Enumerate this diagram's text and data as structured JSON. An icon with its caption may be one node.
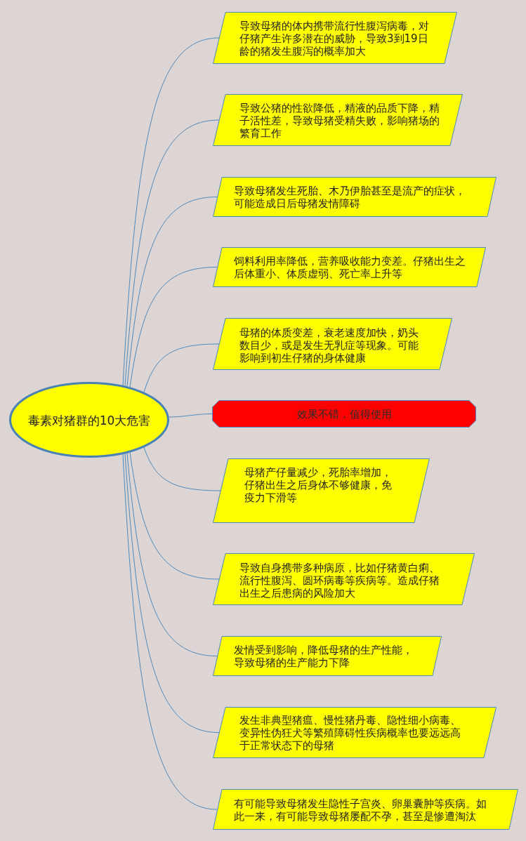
{
  "diagram": {
    "nodes": [
      {
        "text": [
          "毒素对猪群的10大危害"
        ]
      },
      {
        "text": [
          "导致母猪的体内携带流行性腹泻病毒，对仔猪产生许多潜在的威胁，导致3到19日龄的猪发生腹泻的概率加大"
        ]
      },
      {
        "text": [
          "导致公猪的性欲降低，精液的品质下降，精子活性差，导致母猪受精失败，影响猪场的繁育工作"
        ]
      },
      {
        "text": [
          "导致母猪发生死胎、木乃伊胎甚至是流产的症状，可能造成日后母猪发情障碍"
        ]
      },
      {
        "text": [
          "饲料利用率降低，营养吸收能力变差。仔猪出生之后体重小、体质虚弱、死亡率上升等"
        ]
      },
      {
        "text": [
          "母猪的体质变差，衰老速度加快，奶头数目少，或是发生无乳症等现象。可能影响到初生仔猪的身体健康"
        ]
      },
      {
        "text": [
          "效果不错，值得使用"
        ]
      },
      {
        "text": [
          "母猪产仔量减少，死胎率增加，仔猪出生之后身体不够健康，免疫力下滑等"
        ]
      },
      {
        "text": [
          "导致自身携带多种病原，比如仔猪黄白痢、流行性腹泻、圆环病毒等疾病等。造成仔猪出生之后患病的风险加大"
        ]
      },
      {
        "text": [
          "发情受到影响，降低母猪的生产性能，导致母猪的生产能力下降"
        ]
      },
      {
        "text": [
          "发生非典型猪瘟、慢性猪丹毒、隐性细小病毒、变异性伪狂犬等繁殖障碍性疾病概率也要远远高于正常状态下的母猪"
        ]
      },
      {
        "text": [
          "有可能导致母猪发生隐性子宫炎、卵巢囊肿等疾病。如此一来，有可能导致母猪屡配不孕，甚至是惨遭淘汰"
        ]
      }
    ],
    "edges": [
      {
        "from": 0,
        "to": 1,
        "arrow": "none"
      },
      {
        "from": 0,
        "to": 2,
        "arrow": "none"
      },
      {
        "from": 0,
        "to": 3,
        "arrow": "none"
      },
      {
        "from": 0,
        "to": 4,
        "arrow": "none"
      },
      {
        "from": 0,
        "to": 5,
        "arrow": "none"
      },
      {
        "from": 0,
        "to": 6,
        "arrow": "none"
      },
      {
        "from": 0,
        "to": 7,
        "arrow": "none"
      },
      {
        "from": 0,
        "to": 8,
        "arrow": "none"
      },
      {
        "from": 0,
        "to": 9,
        "arrow": "none"
      },
      {
        "from": 0,
        "to": 10,
        "arrow": "none"
      },
      {
        "from": 0,
        "to": 11,
        "arrow": "none"
      }
    ]
  }
}
